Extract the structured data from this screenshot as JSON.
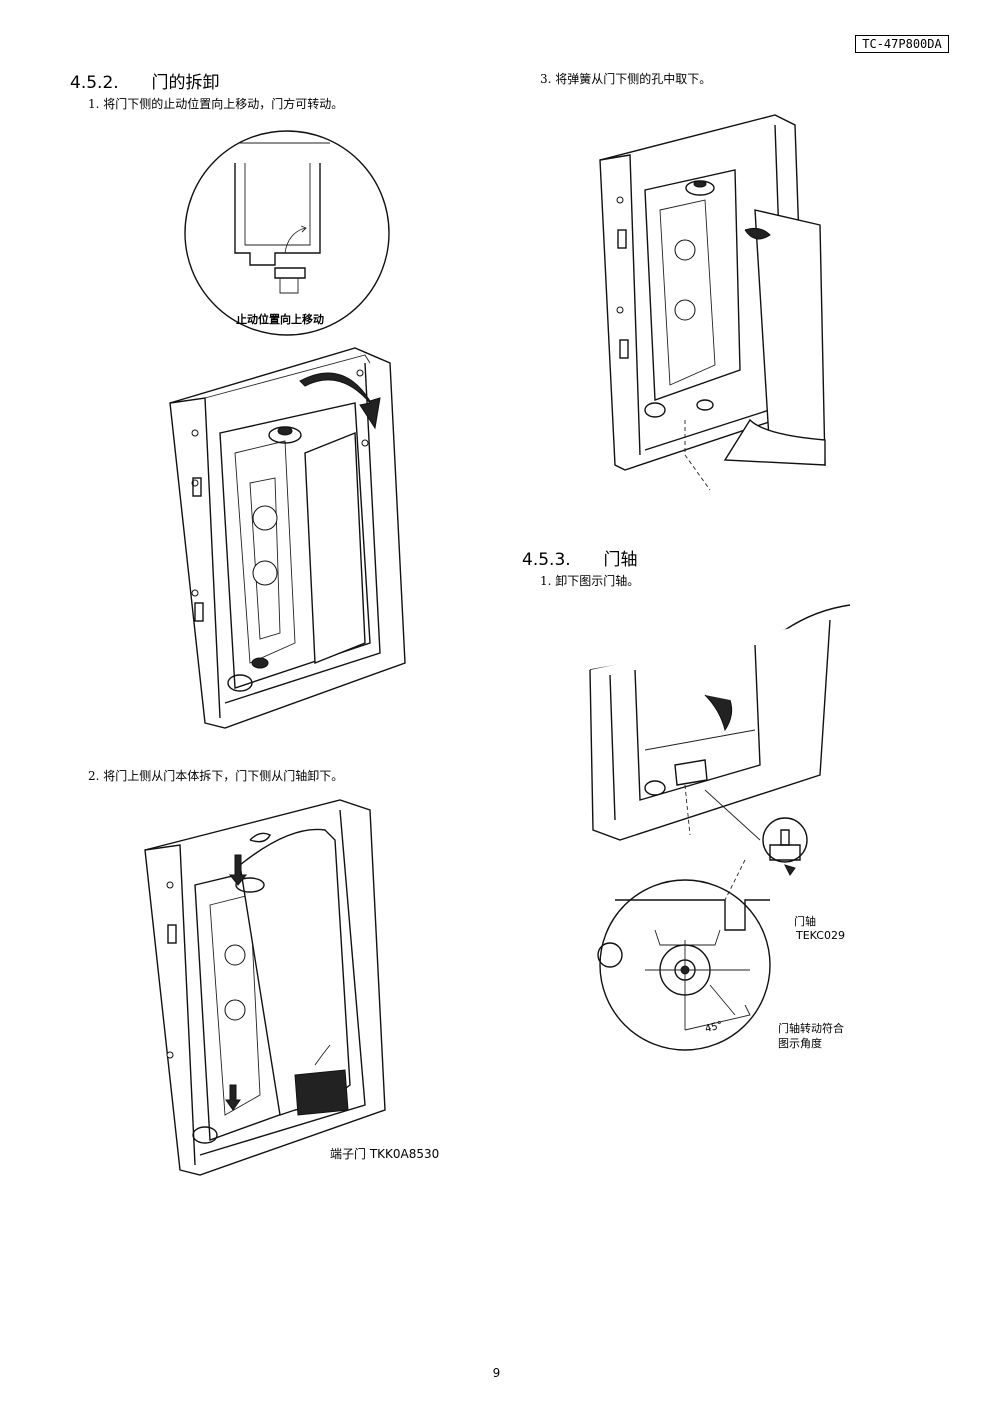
{
  "header": {
    "model": "TC-47P800DA"
  },
  "section_452": {
    "number": "4.5.2.",
    "title": "门的拆卸",
    "step1": "1. 将门下侧的止动位置向上移动，门方可转动。",
    "step1_callout": "止动位置向上移动",
    "step2": "2. 将门上侧从门本体拆下，门下侧从门轴卸下。",
    "step2_callout": "端子门 TKK0A8530",
    "step3": "3. 将弹簧从门下侧的孔中取下。"
  },
  "section_453": {
    "number": "4.5.3.",
    "title": "门轴",
    "step1": "1. 卸下图示门轴。",
    "callout_part_name": "门轴",
    "callout_part_code": "TEKC029",
    "callout_angle_line1": "门轴转动符合",
    "callout_angle_line2": "图示角度",
    "angle_label": "45°"
  },
  "footer": {
    "page_number": "9"
  }
}
